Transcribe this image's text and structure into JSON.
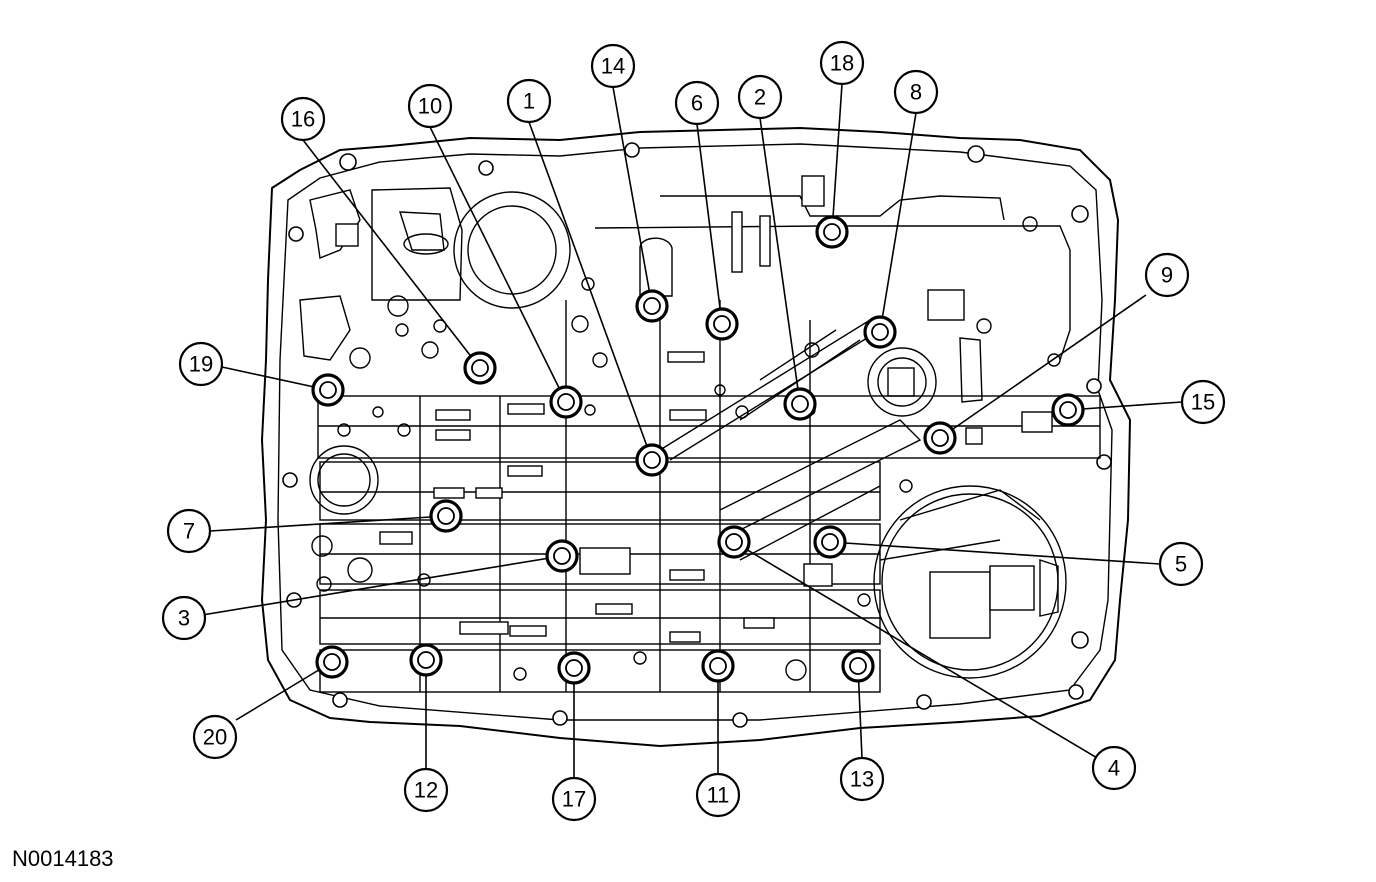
{
  "diagram": {
    "reference_code": "N0014183",
    "callouts": [
      {
        "label": "1",
        "bolt": "b1"
      },
      {
        "label": "2",
        "bolt": "b2"
      },
      {
        "label": "3",
        "bolt": "b3"
      },
      {
        "label": "4",
        "bolt": "b4"
      },
      {
        "label": "5",
        "bolt": "b5"
      },
      {
        "label": "6",
        "bolt": "b6"
      },
      {
        "label": "7",
        "bolt": "b7"
      },
      {
        "label": "8",
        "bolt": "b8"
      },
      {
        "label": "9",
        "bolt": "b9"
      },
      {
        "label": "10",
        "bolt": "b10"
      },
      {
        "label": "11",
        "bolt": "b11"
      },
      {
        "label": "12",
        "bolt": "b12"
      },
      {
        "label": "13",
        "bolt": "b13"
      },
      {
        "label": "14",
        "bolt": "b14"
      },
      {
        "label": "15",
        "bolt": "b15"
      },
      {
        "label": "16",
        "bolt": "b16"
      },
      {
        "label": "17",
        "bolt": "b17"
      },
      {
        "label": "18",
        "bolt": "b18"
      },
      {
        "label": "19",
        "bolt": "b19"
      },
      {
        "label": "20",
        "bolt": "b20"
      }
    ]
  }
}
